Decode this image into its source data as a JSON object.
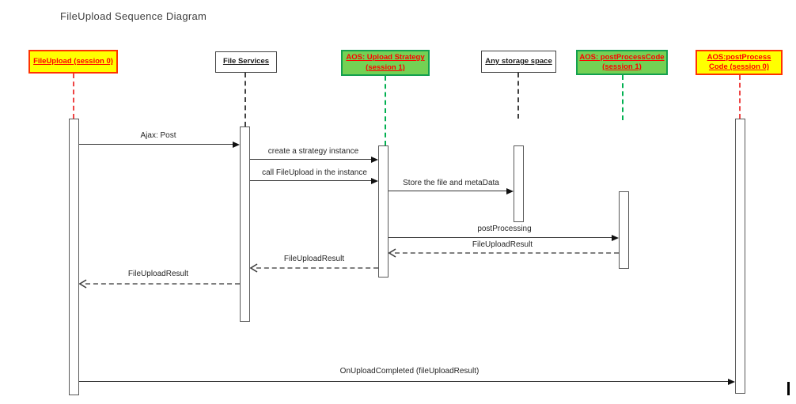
{
  "title": "FileUpload Sequence Diagram",
  "colors": {
    "yellow_fill": "#FFFF00",
    "yellow_border": "#FF3300",
    "green_fill": "#74D154",
    "green_border": "#13A04F",
    "red_text": "#FF0000",
    "lifeline_red": "#EE4444",
    "lifeline_green": "#00B050",
    "lifeline_dark": "#404040",
    "solid_line": "#333333",
    "dashed_line": "#808080"
  },
  "actors": [
    {
      "label": "FileUpload (session 0)",
      "style": "yellow"
    },
    {
      "label": "File Services",
      "style": "white"
    },
    {
      "label": "AOS: Upload Strategy (session 1)",
      "style": "green"
    },
    {
      "label": "Any storage space",
      "style": "white"
    },
    {
      "label": "AOS: postProcessCode (session 1)",
      "style": "green"
    },
    {
      "label": "AOS:postProcess Code (session 0)",
      "style": "yellow"
    }
  ],
  "messages": [
    {
      "label": "Ajax: Post",
      "line": "solid",
      "from": "FileUpload (session 0)",
      "to": "File Services"
    },
    {
      "label": "create a strategy instance",
      "line": "solid",
      "from": "File Services",
      "to": "AOS: Upload Strategy (session 1)"
    },
    {
      "label": "call FileUpload in the instance",
      "line": "solid",
      "from": "File Services",
      "to": "AOS: Upload Strategy (session 1)"
    },
    {
      "label": "Store the file and metaData",
      "line": "solid",
      "from": "AOS: Upload Strategy (session 1)",
      "to": "Any storage space"
    },
    {
      "label": "postProcessing",
      "line": "solid",
      "from": "AOS: Upload Strategy (session 1)",
      "to": "AOS: postProcessCode (session 1)"
    },
    {
      "label": "FileUploadResult",
      "line": "dashed",
      "from": "AOS: postProcessCode (session 1)",
      "to": "AOS: Upload Strategy (session 1)"
    },
    {
      "label": "FileUploadResult",
      "line": "dashed",
      "from": "AOS: Upload Strategy (session 1)",
      "to": "File Services"
    },
    {
      "label": "FileUploadResult",
      "line": "dashed",
      "from": "File Services",
      "to": "FileUpload (session 0)"
    },
    {
      "label": "OnUploadCompleted (fileUploadResult)",
      "line": "solid",
      "from": "FileUpload (session 0)",
      "to": "AOS:postProcess Code (session 0)"
    }
  ]
}
